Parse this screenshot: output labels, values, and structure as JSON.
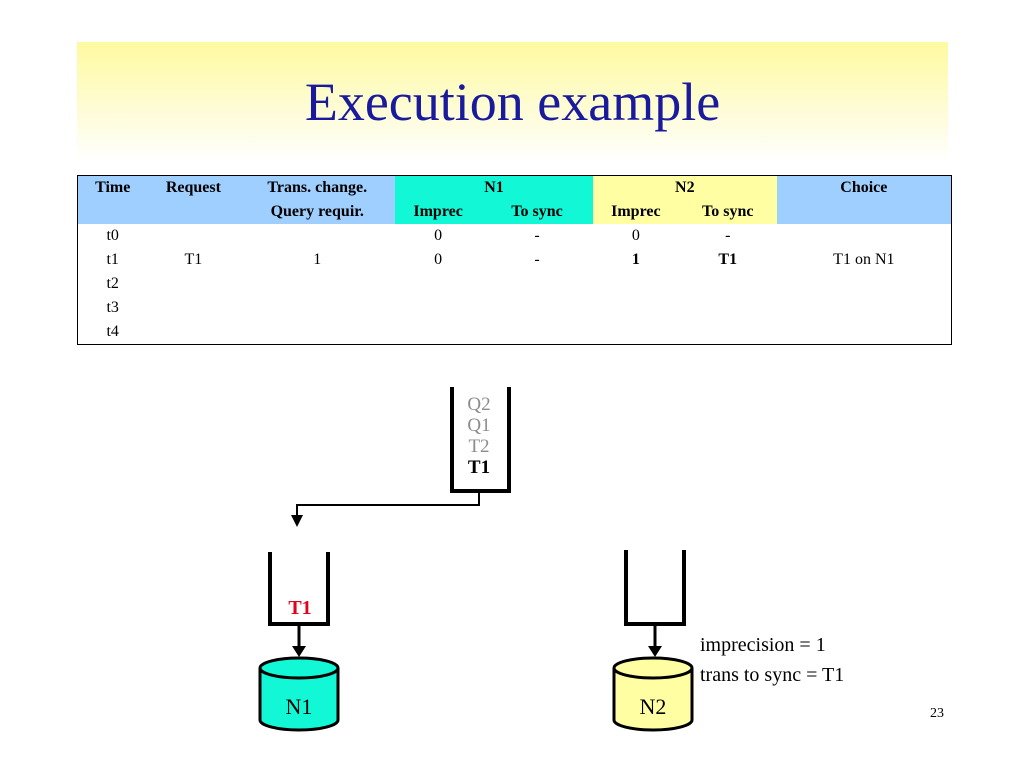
{
  "slide": {
    "title": "Execution example",
    "page_number": "23",
    "colors": {
      "title": "#1a1a9c",
      "band": "#fefaa0",
      "header_blue": "#9fcfff",
      "header_cyan": "#12f7d6",
      "header_yellow": "#fffea2",
      "t1_red": "#e3001b"
    }
  },
  "table": {
    "headers": {
      "time": "Time",
      "request": "Request",
      "trans_change": "Trans. change.",
      "query_requir": "Query requir.",
      "n1": "N1",
      "n2": "N2",
      "choice": "Choice",
      "imprec": "Imprec",
      "to_sync": "To sync"
    },
    "rows": [
      {
        "time": "t0",
        "request": "",
        "trans": "",
        "n1_imprec": "0",
        "n1_sync": "-",
        "n2_imprec": "0",
        "n2_sync": "-",
        "choice": ""
      },
      {
        "time": "t1",
        "request": "T1",
        "trans": "1",
        "n1_imprec": "0",
        "n1_sync": "-",
        "n2_imprec": "1",
        "n2_sync": "T1",
        "choice": "T1 on N1"
      },
      {
        "time": "t2",
        "request": "",
        "trans": "",
        "n1_imprec": "",
        "n1_sync": "",
        "n2_imprec": "",
        "n2_sync": "",
        "choice": ""
      },
      {
        "time": "t3",
        "request": "",
        "trans": "",
        "n1_imprec": "",
        "n1_sync": "",
        "n2_imprec": "",
        "n2_sync": "",
        "choice": ""
      },
      {
        "time": "t4",
        "request": "",
        "trans": "",
        "n1_imprec": "",
        "n1_sync": "",
        "n2_imprec": "",
        "n2_sync": "",
        "choice": ""
      }
    ]
  },
  "diagram": {
    "queue": [
      "Q2",
      "Q1",
      "T2",
      "T1"
    ],
    "n1_queue_item": "T1",
    "n1_label": "N1",
    "n2_label": "N2",
    "note_line1": "imprecision = 1",
    "note_line2": "trans to sync = T1"
  }
}
